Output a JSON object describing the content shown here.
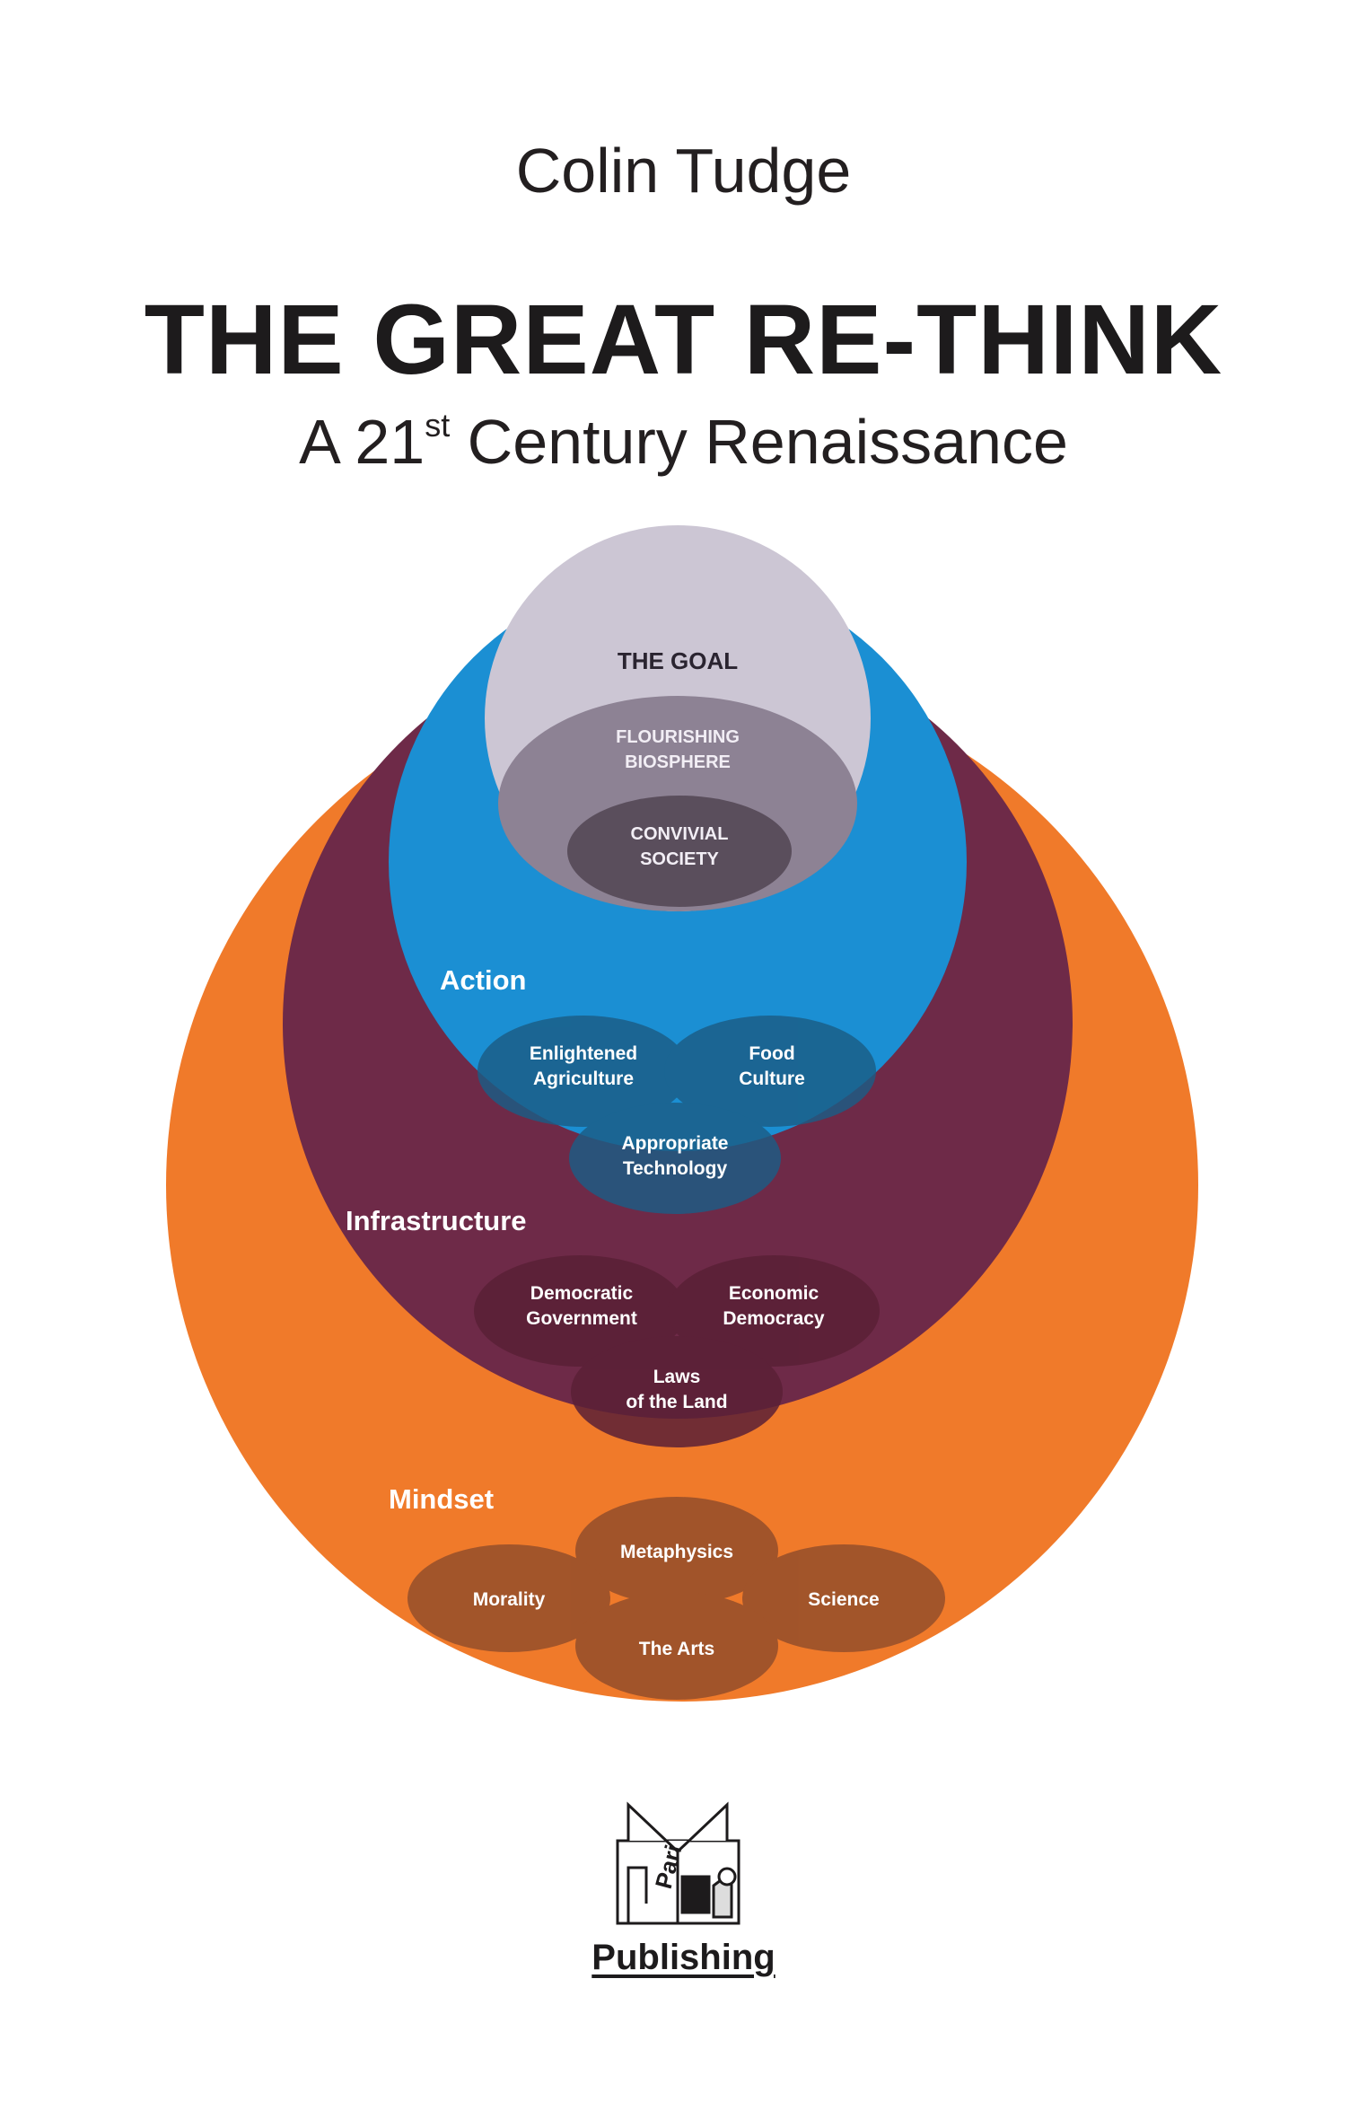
{
  "cover": {
    "author": "Colin Tudge",
    "title": "THE GREAT RE-THINK",
    "subtitle_prefix": "A 21",
    "subtitle_sup": "st",
    "subtitle_suffix": " Century Renaissance"
  },
  "diagram": {
    "goal": {
      "heading": "THE GOAL",
      "outer": [
        "FLOURISHING",
        "BIOSPHERE"
      ],
      "inner": [
        "CONVIVIAL",
        "SOCIETY"
      ]
    },
    "action": {
      "heading": "Action",
      "items": [
        [
          "Enlightened",
          "Agriculture"
        ],
        [
          "Food",
          "Culture"
        ],
        [
          "Appropriate",
          "Technology"
        ]
      ]
    },
    "infrastructure": {
      "heading": "Infrastructure",
      "items": [
        [
          "Democratic",
          "Government"
        ],
        [
          "Economic",
          "Democracy"
        ],
        [
          "Laws",
          "of the Land"
        ]
      ]
    },
    "mindset": {
      "heading": "Mindset",
      "items": [
        "Metaphysics",
        "Morality",
        "Science",
        "The Arts"
      ]
    },
    "colors": {
      "orange": "#f07a2a",
      "maroon": "#6e2a48",
      "blue": "#1b8fd3",
      "goal_light": "#ccc6d4",
      "goal_mid": "#8d8294",
      "goal_dark": "#5a4e5c",
      "action_oval": "#1b5d85",
      "infra_oval": "#5a2036",
      "mindset_oval": "#8c4a2a"
    }
  },
  "publisher": {
    "logo_text": "Pari",
    "name": "Publishing"
  }
}
